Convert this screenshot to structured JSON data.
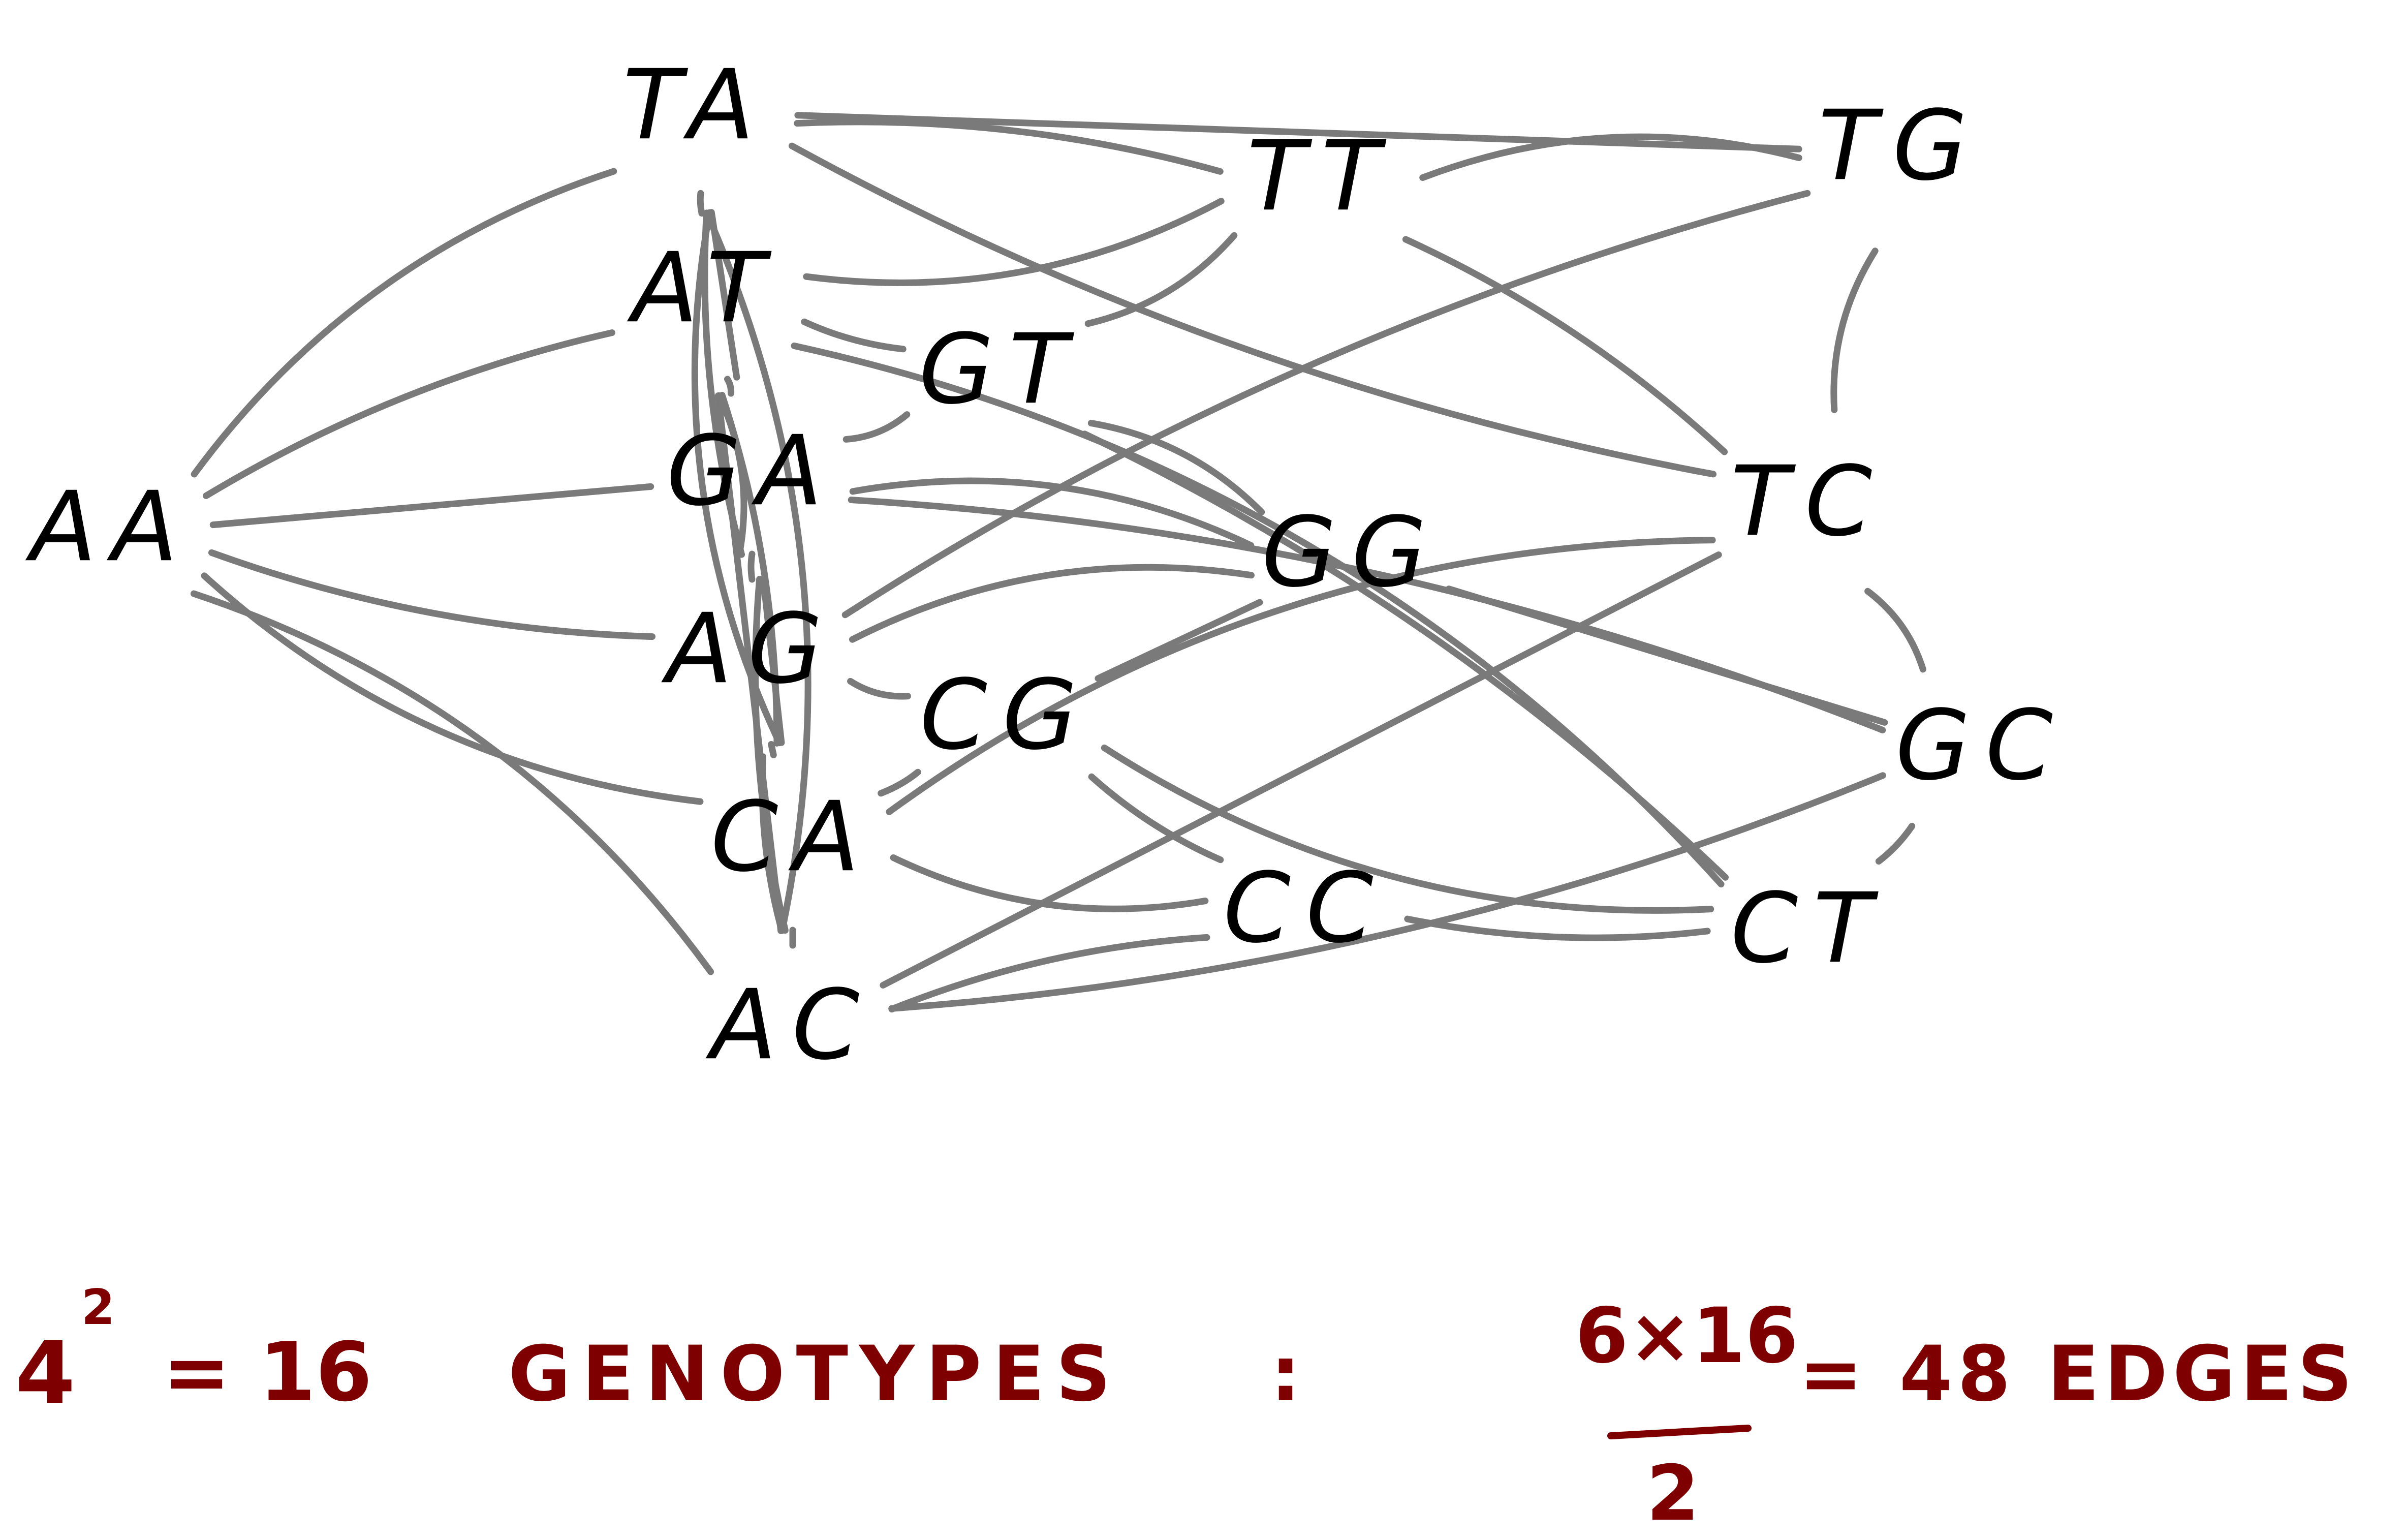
{
  "diagram": {
    "nodes": [
      {
        "id": "AA",
        "label": "AA"
      },
      {
        "id": "TA",
        "label": "TA"
      },
      {
        "id": "AT",
        "label": "AT"
      },
      {
        "id": "GA",
        "label": "GA"
      },
      {
        "id": "AG",
        "label": "AG"
      },
      {
        "id": "CA",
        "label": "CA"
      },
      {
        "id": "AC",
        "label": "AC"
      },
      {
        "id": "GT",
        "label": "GT"
      },
      {
        "id": "CG",
        "label": "CG"
      },
      {
        "id": "TT",
        "label": "TT"
      },
      {
        "id": "GG",
        "label": "GG"
      },
      {
        "id": "CC",
        "label": "CC"
      },
      {
        "id": "TG",
        "label": "TG"
      },
      {
        "id": "TC",
        "label": "TC"
      },
      {
        "id": "GC",
        "label": "GC"
      },
      {
        "id": "CT",
        "label": "CT"
      }
    ],
    "edges": [
      [
        "AA",
        "TA"
      ],
      [
        "AA",
        "AT"
      ],
      [
        "AA",
        "GA"
      ],
      [
        "AA",
        "AG"
      ],
      [
        "AA",
        "CA"
      ],
      [
        "AA",
        "AC"
      ],
      [
        "TA",
        "AT"
      ],
      [
        "TA",
        "GA"
      ],
      [
        "TA",
        "AG"
      ],
      [
        "TA",
        "CA"
      ],
      [
        "TA",
        "AC"
      ],
      [
        "TA",
        "TT"
      ],
      [
        "TA",
        "TG"
      ],
      [
        "TA",
        "TC"
      ],
      [
        "AT",
        "GA"
      ],
      [
        "AT",
        "AG"
      ],
      [
        "AT",
        "CA"
      ],
      [
        "AT",
        "AC"
      ],
      [
        "AT",
        "GT"
      ],
      [
        "AT",
        "TT"
      ],
      [
        "AT",
        "CT"
      ],
      [
        "GA",
        "AG"
      ],
      [
        "GA",
        "CA"
      ],
      [
        "GA",
        "AC"
      ],
      [
        "GA",
        "GT"
      ],
      [
        "GA",
        "GG"
      ],
      [
        "GA",
        "GC"
      ],
      [
        "AG",
        "CA"
      ],
      [
        "AG",
        "AC"
      ],
      [
        "AG",
        "CG"
      ],
      [
        "AG",
        "GG"
      ],
      [
        "AG",
        "TG"
      ],
      [
        "CA",
        "AC"
      ],
      [
        "CA",
        "CG"
      ],
      [
        "CA",
        "CC"
      ],
      [
        "CA",
        "TC"
      ],
      [
        "AC",
        "CC"
      ],
      [
        "AC",
        "TC"
      ],
      [
        "AC",
        "GC"
      ],
      [
        "GT",
        "TT"
      ],
      [
        "GT",
        "GG"
      ],
      [
        "GT",
        "CT"
      ],
      [
        "CG",
        "GG"
      ],
      [
        "CG",
        "CC"
      ],
      [
        "CG",
        "CT"
      ],
      [
        "TT",
        "TG"
      ],
      [
        "TT",
        "TC"
      ],
      [
        "GG",
        "GC"
      ],
      [
        "CC",
        "CT"
      ],
      [
        "TG",
        "TC"
      ],
      [
        "TC",
        "GC"
      ],
      [
        "GC",
        "CT"
      ]
    ]
  },
  "formula": {
    "power_base": "4",
    "power_exp": "2",
    "equals_count": "= 16",
    "genotypes_word": "GENOTYPES",
    "colon": ":",
    "numerator": "6×16",
    "denominator": "2",
    "equals_edges": "= 48 EDGES"
  },
  "colors": {
    "edge": "#7a7a7a",
    "node_text": "#000000",
    "formula_text": "#7f0000"
  }
}
